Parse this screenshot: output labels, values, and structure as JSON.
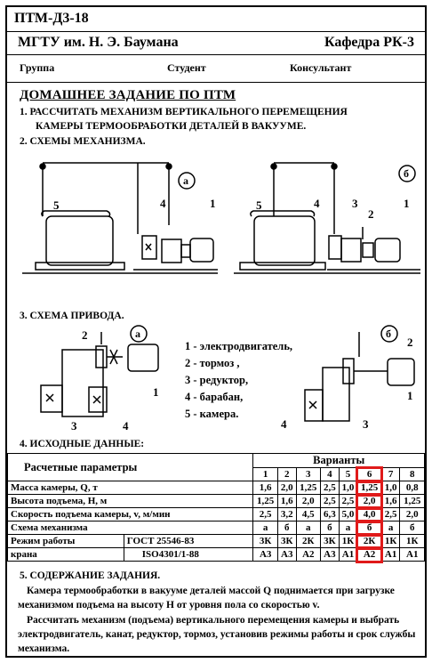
{
  "header": {
    "code": "ПТМ-Д3-18",
    "university": "МГТУ им. Н. Э. Баумана",
    "department": "Кафедра РК-3",
    "group": "Группа",
    "student": "Студент",
    "consultant": "Консультант"
  },
  "title": "ДОМАШНЕЕ ЗАДАНИЕ ПО ПТМ",
  "section1": {
    "line1": "1. РАССЧИТАТЬ   МЕХАНИЗМ  ВЕРТИКАЛЬНОГО ПЕРЕМЕЩЕНИЯ",
    "line2": "КАМЕРЫ ТЕРМООБРАБОТКИ ДЕТАЛЕЙ В ВАКУУМЕ."
  },
  "section2": {
    "heading": "2. СХЕМЫ   МЕХАНИЗМА."
  },
  "section3": {
    "heading": "3. СХЕМА ПРИВОДА."
  },
  "scheme_labels": {
    "a": "а",
    "b": "б",
    "n1": "1",
    "n2": "2",
    "n3": "3",
    "n4": "4",
    "n5": "5"
  },
  "legend": [
    "1 - электродвигатель,",
    "2 - тормоз ,",
    "3 - редуктор,",
    "4 - барабан,",
    "5 - камера."
  ],
  "section4": {
    "heading": "4. ИСХОДНЫЕ ДАННЫЕ:"
  },
  "table": {
    "params_header": "Расчетные параметры",
    "variants_header": "Варианты",
    "variants": [
      "1",
      "2",
      "3",
      "4",
      "5",
      "6",
      "7",
      "8"
    ],
    "highlighted_variant": "6",
    "rows": [
      {
        "label": "Масса камеры, Q, т",
        "values": [
          "1,6",
          "2,0",
          "1,25",
          "2,5",
          "1,0",
          "1,25",
          "1,0",
          "0,8"
        ]
      },
      {
        "label": "Высота подъема, H, м",
        "values": [
          "1,25",
          "1,6",
          "2,0",
          "2,5",
          "2,5",
          "2,0",
          "1,6",
          "1,25"
        ]
      },
      {
        "label": "Скорость подъема камеры, v, м/мин",
        "values": [
          "2,5",
          "3,2",
          "4,5",
          "6,3",
          "5,0",
          "4,0",
          "2,5",
          "2,0"
        ]
      },
      {
        "label": "Схема  механизма",
        "values": [
          "а",
          "б",
          "а",
          "б",
          "а",
          "б",
          "а",
          "б"
        ]
      }
    ],
    "mode_label_1": "Режим работы",
    "mode_label_2": "крана",
    "gost_1": "ГОСТ 25546-83",
    "gost_2": "ISO4301/1-88",
    "gost_values": [
      "3К",
      "3К",
      "2К",
      "3К",
      "1К",
      "2К",
      "1К",
      "1К"
    ],
    "iso_values": [
      "А3",
      "А3",
      "А2",
      "А3",
      "А1",
      "А2",
      "А1",
      "А1"
    ]
  },
  "section5": {
    "heading": "5. СОДЕРЖАНИЕ ЗАДАНИЯ.",
    "p1": "Камера термообработки  в вакууме деталей массой  Q  поднимается при загрузке механизмом подъема на высоту  H от уровня пола со скоростью  v.",
    "p2": "Рассчитать механизм  (подъема) вертикального перемещения камеры и выбрать электродвигатель, канат, редуктор, тормоз, установив режимы работы и срок службы механизма."
  },
  "colors": {
    "highlight": "#e01a1a",
    "ink": "#000000"
  }
}
